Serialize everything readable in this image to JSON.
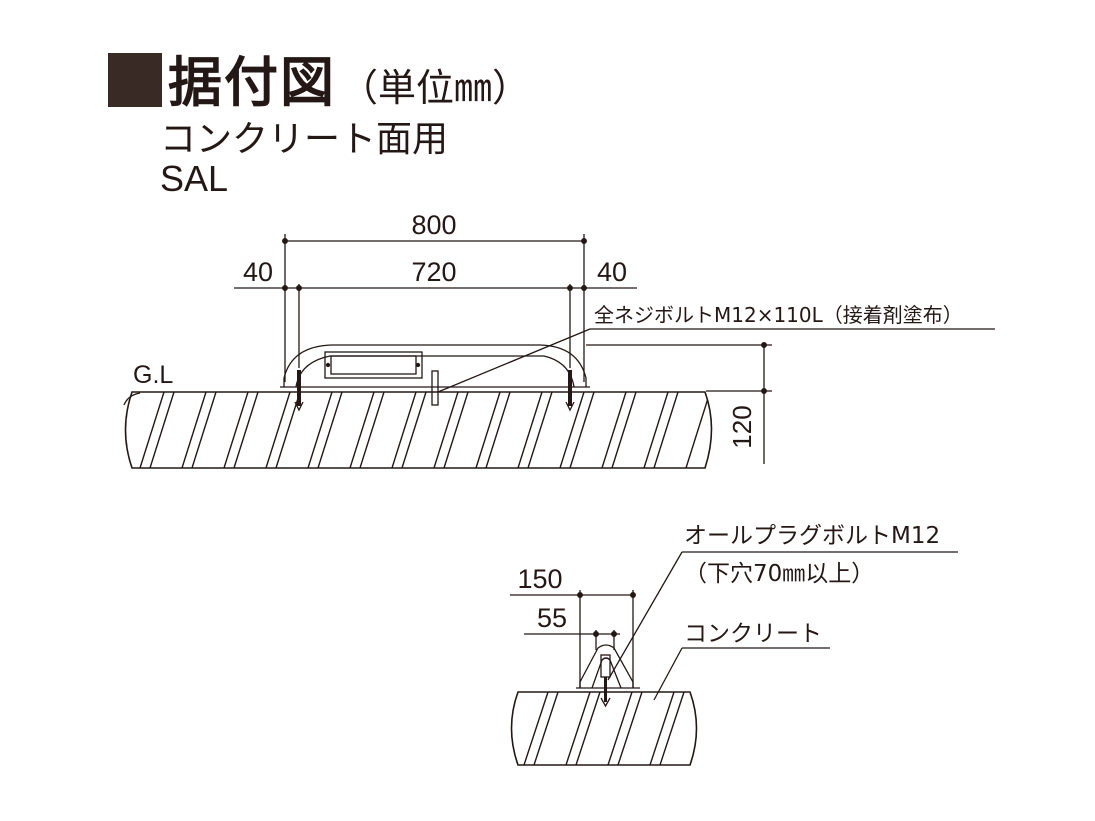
{
  "header": {
    "title": "据付図",
    "unit": "（単位㎜）",
    "subtitle": "コンクリート面用",
    "model": "SAL"
  },
  "main_view": {
    "dim_total": "800",
    "dim_left": "40",
    "dim_inner": "720",
    "dim_right": "40",
    "ground_label": "G.L",
    "height": "120",
    "bolt_label": "全ネジボルトM12×110L（接着剤塗布）"
  },
  "detail_view": {
    "anchor_label": "オールプラグボルトM12",
    "anchor_note": "（下穴70㎜以上）",
    "dim_outer": "150",
    "dim_inner": "55",
    "concrete_label": "コンクリート"
  }
}
